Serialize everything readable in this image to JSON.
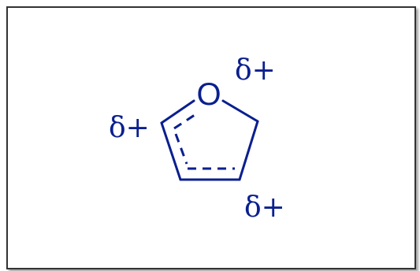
{
  "diagram": {
    "ring_atom": "O",
    "charges": {
      "left": "δ+",
      "top_right": "δ+",
      "bottom_right": "δ+"
    },
    "colors": {
      "structure": "#0a1f8f",
      "frame_border": "#333333",
      "background": "#ffffff"
    }
  }
}
